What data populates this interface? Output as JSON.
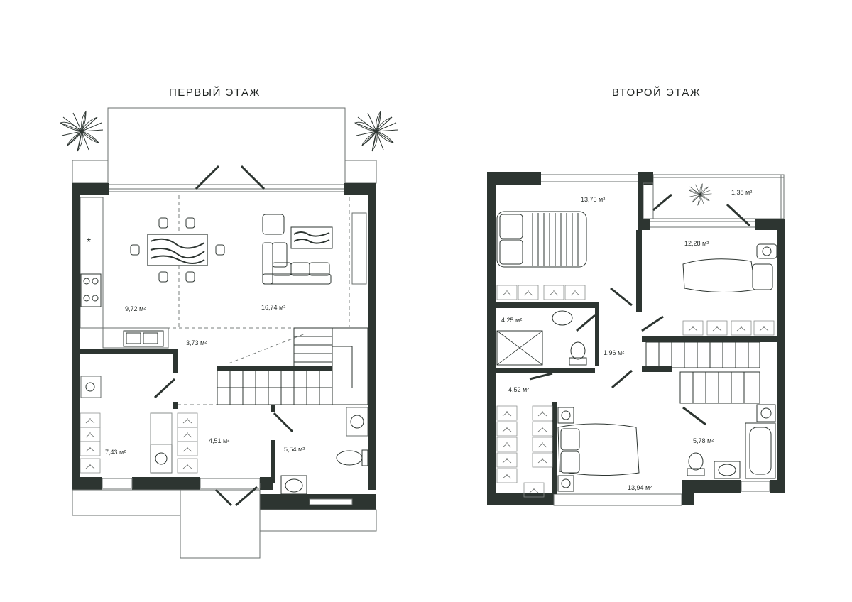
{
  "floors": [
    {
      "title": "ПЕРВЫЙ ЭТАЖ"
    },
    {
      "title": "ВТОРОЙ ЭТАЖ"
    }
  ],
  "rooms_first_floor": [
    {
      "id": "kitchen",
      "area": "9,72 м²"
    },
    {
      "id": "living",
      "area": "16,74 м²"
    },
    {
      "id": "hall",
      "area": "3,73 м²"
    },
    {
      "id": "laundry",
      "area": "7,43 м²"
    },
    {
      "id": "entry",
      "area": "4,51 м²"
    },
    {
      "id": "wc1",
      "area": "5,54 м²"
    }
  ],
  "rooms_second_floor": [
    {
      "id": "bedroom1",
      "area": "13,75 м²"
    },
    {
      "id": "balcony",
      "area": "1,38 м²"
    },
    {
      "id": "bedroom2",
      "area": "12,28 м²"
    },
    {
      "id": "shower",
      "area": "4,25 м²"
    },
    {
      "id": "wc2",
      "area": "1,96 м²"
    },
    {
      "id": "closet",
      "area": "4,52 м²"
    },
    {
      "id": "bath",
      "area": "5,78 м²"
    },
    {
      "id": "bedroom3",
      "area": "13,94 м²"
    }
  ],
  "colors": {
    "wall": "#2d3531",
    "line": "#3a3f3d",
    "background": "#ffffff"
  },
  "icons": [
    "plant-icon",
    "bed-icon",
    "sofa-icon",
    "dining-table-icon",
    "stove-icon",
    "sink-icon",
    "toilet-icon",
    "bathtub-icon",
    "shower-icon",
    "washing-machine-icon",
    "stairs-icon",
    "wardrobe-icon"
  ]
}
